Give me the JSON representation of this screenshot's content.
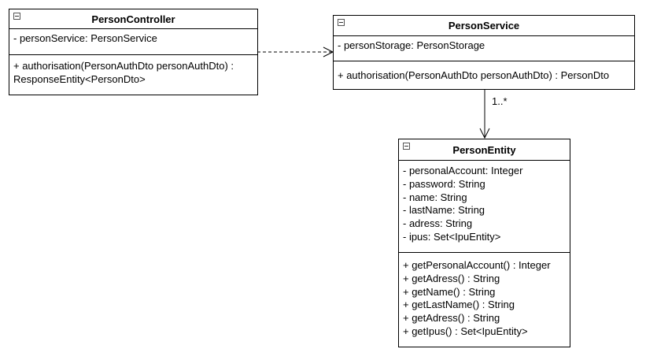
{
  "diagram": {
    "classes": {
      "person_controller": {
        "name": "PersonController",
        "attributes": [
          "- personService: PersonService"
        ],
        "methods": [
          "+ authorisation(PersonAuthDto personAuthDto) :",
          "ResponseEntity<PersonDto>"
        ]
      },
      "person_service": {
        "name": "PersonService",
        "attributes": [
          "- personStorage: PersonStorage"
        ],
        "methods": [
          "+ authorisation(PersonAuthDto personAuthDto) : PersonDto"
        ]
      },
      "person_entity": {
        "name": "PersonEntity",
        "attributes": [
          "- personalAccount: Integer",
          "- password: String",
          "- name: String",
          "- lastName: String",
          "- adress: String",
          "- ipus: Set<IpuEntity>"
        ],
        "methods": [
          "+ getPersonalAccount() : Integer",
          "+ getAdress() : String",
          "+ getName() : String",
          "+ getLastName() : String",
          "+ getAdress() : String",
          "+ getIpus() : Set<IpuEntity>"
        ]
      }
    },
    "relations": {
      "dependency": {
        "from": "PersonController",
        "to": "PersonService",
        "style": "dashed",
        "arrowhead": "open"
      },
      "association": {
        "from": "PersonService",
        "to": "PersonEntity",
        "multiplicity": "1..*",
        "arrowhead": "open"
      }
    },
    "colors": {
      "line": "#000000",
      "background": "#ffffff",
      "icon_border": "#555555"
    }
  }
}
